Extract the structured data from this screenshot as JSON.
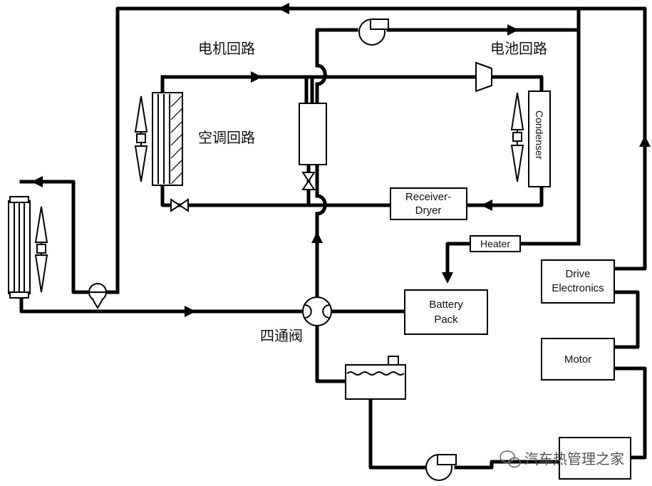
{
  "labels": {
    "motor_loop": "电机回路",
    "battery_loop": "电池回路",
    "ac_loop": "空调回路",
    "four_way_valve": "四通阀"
  },
  "components": {
    "condenser": "Condenser",
    "receiver_dryer_line1": "Receiver-",
    "receiver_dryer_line2": "Dryer",
    "heater": "Heater",
    "battery_pack_line1": "Battery",
    "battery_pack_line2": "Pack",
    "drive_electronics_line1": "Drive",
    "drive_electronics_line2": "Electronics",
    "motor": "Motor"
  },
  "watermark": "汽车热管理之家"
}
